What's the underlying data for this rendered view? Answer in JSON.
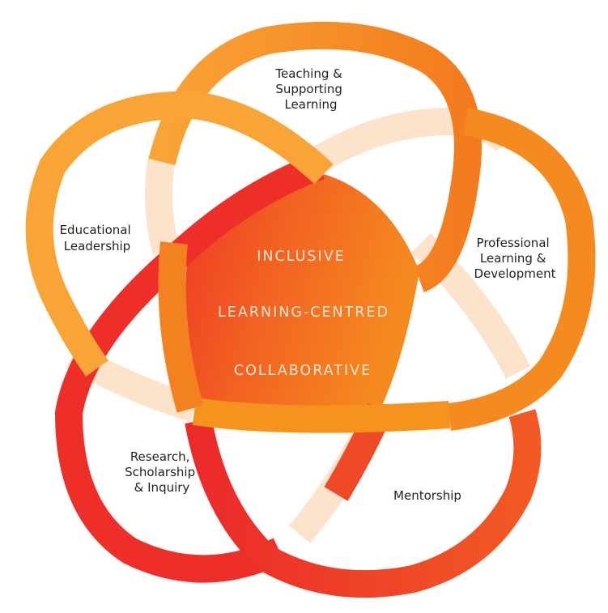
{
  "center": {
    "values": [
      "INCLUSIVE",
      "LEARNING-CENTRED",
      "COLLABORATIVE"
    ]
  },
  "petals": [
    {
      "id": "teaching",
      "lines": [
        "Teaching &",
        "Supporting",
        "Learning"
      ]
    },
    {
      "id": "professional",
      "lines": [
        "Professional",
        "Learning &",
        "Development"
      ]
    },
    {
      "id": "mentorship",
      "lines": [
        "Mentorship"
      ]
    },
    {
      "id": "research",
      "lines": [
        "Research,",
        "Scholarship",
        "& Inquiry"
      ]
    },
    {
      "id": "educational",
      "lines": [
        "Educational",
        "Leadership"
      ]
    }
  ],
  "colors": {
    "orange_light": "#f9a436",
    "orange": "#f7941d",
    "orange_deep": "#f37021",
    "red": "#ec2a2a",
    "pale": "#fde3cc",
    "center_text": "#fde7d6",
    "label_text": "#231f20"
  }
}
